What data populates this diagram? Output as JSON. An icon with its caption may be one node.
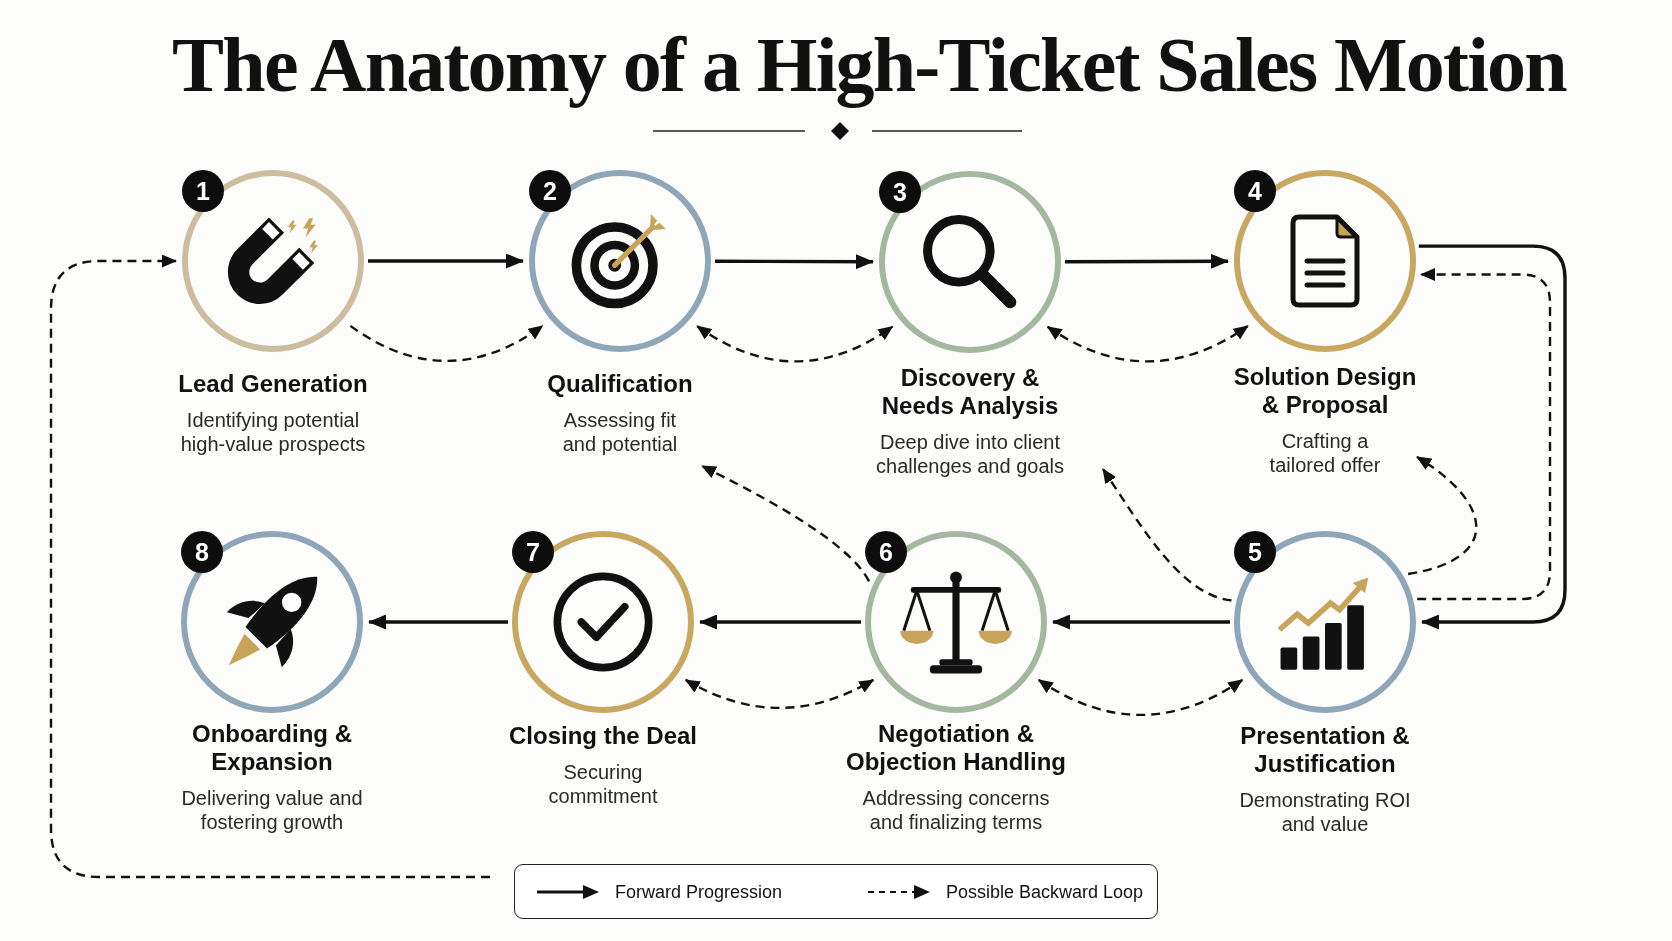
{
  "diagram": {
    "title": "The Anatomy of a High-Ticket Sales Motion",
    "nodes": [
      {
        "text": [
          "1",
          "Lead Generation",
          "Identifying potential high-value prospects"
        ]
      },
      {
        "text": [
          "2",
          "Qualification",
          "Assessing fit and potential"
        ]
      },
      {
        "text": [
          "3",
          "Discovery & Needs Analysis",
          "Deep dive into client challenges and goals"
        ]
      },
      {
        "text": [
          "4",
          "Solution Design & Proposal",
          "Crafting a tailored offer"
        ]
      },
      {
        "text": [
          "5",
          "Presentation & Justification",
          "Demonstrating ROI and value"
        ]
      },
      {
        "text": [
          "6",
          "Negotiation & Objection Handling",
          "Addressing concerns and finalizing terms"
        ]
      },
      {
        "text": [
          "7",
          "Closing the Deal",
          "Securing commitment"
        ]
      },
      {
        "text": [
          "8",
          "Onboarding & Expansion",
          "Delivering value and fostering growth"
        ]
      }
    ],
    "edges": [
      {
        "from": 0,
        "to": 1,
        "arrow": "to"
      },
      {
        "from": 1,
        "to": 2,
        "arrow": "to"
      },
      {
        "from": 2,
        "to": 3,
        "arrow": "to"
      },
      {
        "from": 3,
        "to": 4,
        "arrow": "to"
      },
      {
        "from": 4,
        "to": 5,
        "arrow": "to"
      },
      {
        "from": 5,
        "to": 6,
        "arrow": "to"
      },
      {
        "from": 6,
        "to": 7,
        "arrow": "to"
      },
      {
        "from": 0,
        "to": 1,
        "arrow": "to",
        "style": "dashed"
      },
      {
        "from": 1,
        "to": 2,
        "arrow": "both",
        "style": "dashed"
      },
      {
        "from": 2,
        "to": 3,
        "arrow": "both",
        "style": "dashed"
      },
      {
        "from": 4,
        "to": 3,
        "arrow": "to",
        "style": "dashed"
      },
      {
        "from": 4,
        "to": 3,
        "arrow": "to",
        "style": "dashed"
      },
      {
        "from": 4,
        "to": 2,
        "arrow": "to",
        "style": "dashed"
      },
      {
        "from": 5,
        "to": 1,
        "arrow": "to",
        "style": "dashed"
      },
      {
        "from": 6,
        "to": 5,
        "arrow": "both",
        "style": "dashed"
      },
      {
        "from": 5,
        "to": 4,
        "arrow": "both",
        "style": "dashed"
      },
      {
        "from": null,
        "to": 0,
        "arrow": "to",
        "style": "dashed"
      }
    ],
    "legend": [
      {
        "text": "Forward Progression"
      },
      {
        "text": "Possible Backward Loop"
      }
    ]
  }
}
